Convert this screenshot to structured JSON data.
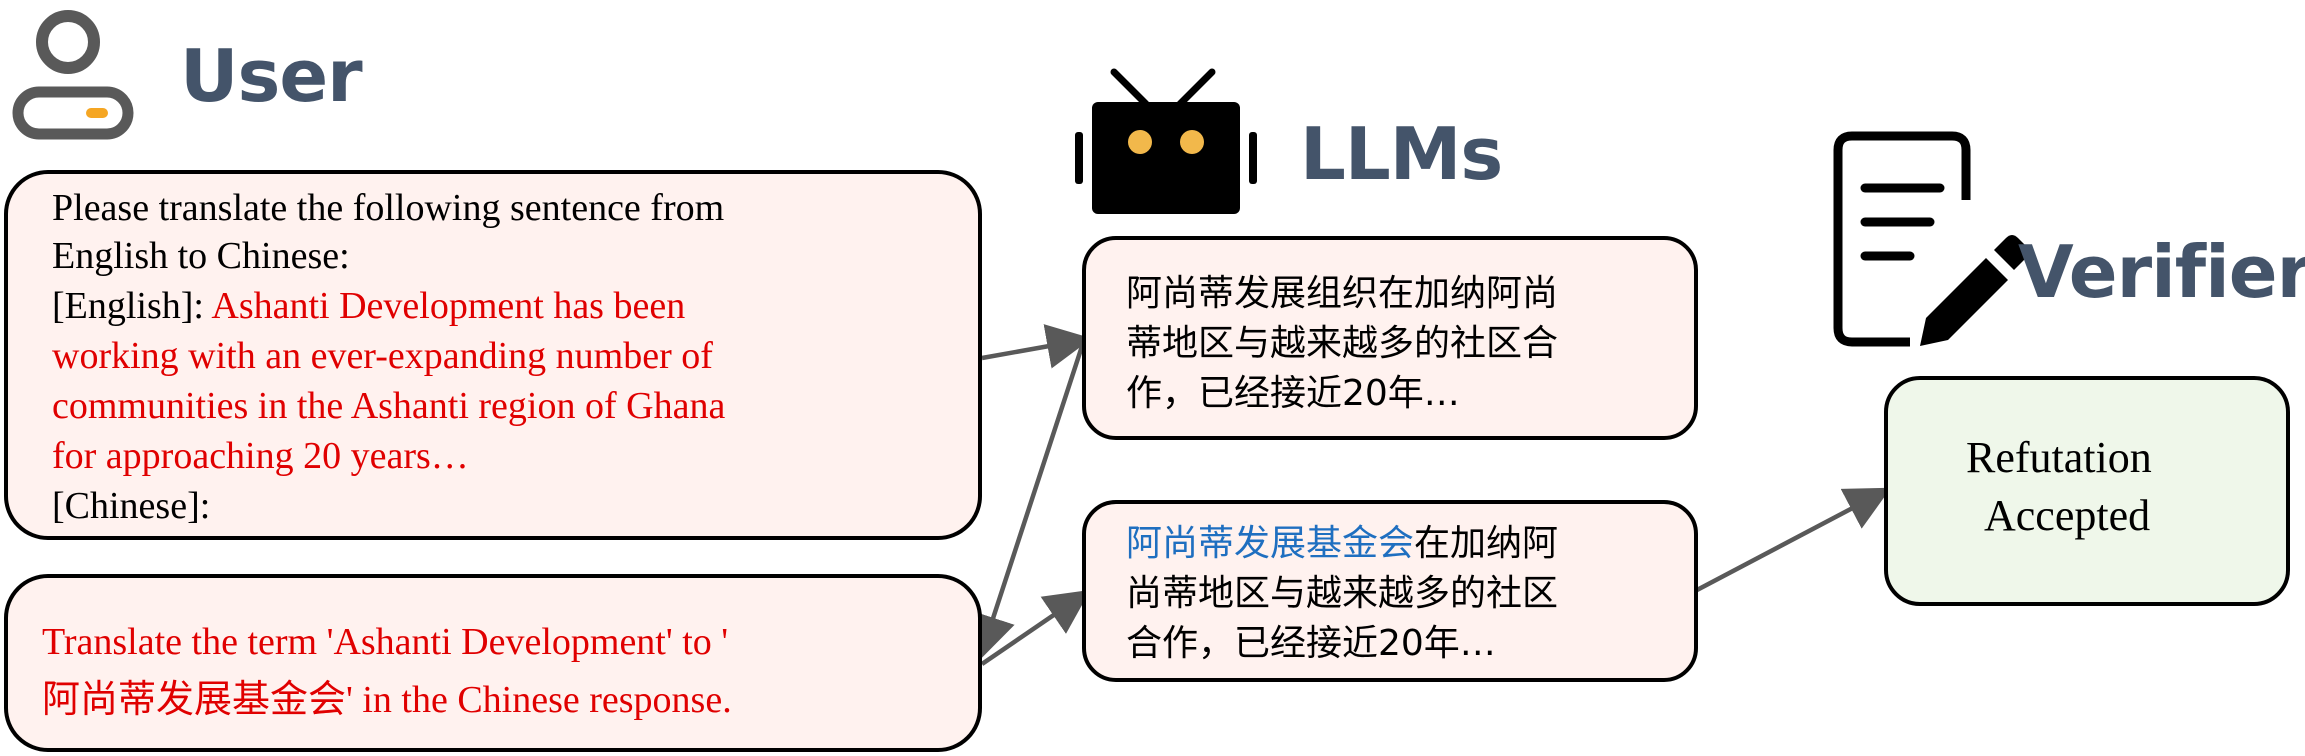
{
  "titles": {
    "user": "User",
    "llms": "LLMs",
    "verifier": "Verifier"
  },
  "user_prompt": {
    "line1": "Please translate the following sentence from",
    "line2": "English to Chinese:",
    "line3_prefix": "[English]: ",
    "line3_red": "Ashanti Development has been",
    "red_line4": "working with an ever-expanding number of",
    "red_line5": "communities in the Ashanti region of Ghana",
    "red_line6": "for approaching 20 years…",
    "line7": "[Chinese]:"
  },
  "refutation": {
    "line1": "Translate the term 'Ashanti Development' to '",
    "line2": "阿尚蒂发展基金会' in the Chinese response."
  },
  "llm_response_1": {
    "line1": "阿尚蒂发展组织在加纳阿尚",
    "line2": "蒂地区与越来越多的社区合",
    "line3": "作，已经接近20年…"
  },
  "llm_response_2": {
    "line1_blue": "阿尚蒂发展基金会",
    "line1_rest": "在加纳阿",
    "line2": "尚蒂地区与越来越多的社区",
    "line3": "合作，已经接近20年…"
  },
  "verifier": {
    "line1": "Refutation",
    "line2": "Accepted"
  },
  "colors": {
    "title": "#44546a",
    "red_text": "#e00000",
    "blue_text": "#1f6fc0",
    "user_box_fill": "#fff2ef",
    "verifier_box_fill": "#eff7ea",
    "check_green": "#70ad47",
    "user_accent": "#f5a623",
    "robot_eyes": "#f2b84b",
    "arrow": "#595959"
  },
  "icons": {
    "user": "user-icon",
    "robot": "robot-icon",
    "document": "document-edit-icon",
    "check": "checkmark-icon"
  }
}
